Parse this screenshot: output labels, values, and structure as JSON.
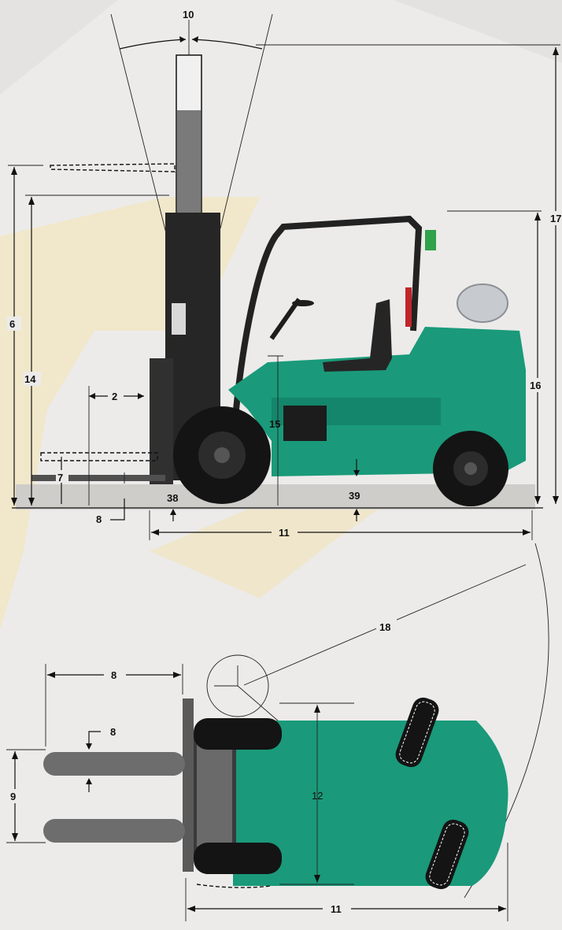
{
  "diagram": {
    "dimension_labels": {
      "d2": "2",
      "d6": "6",
      "d7": "7",
      "d8_side": "8",
      "d8_top_length": "8",
      "d8_top_width": "8",
      "d9": "9",
      "d10": "10",
      "d11_side": "11",
      "d11_top": "11",
      "d12": "12",
      "d14": "14",
      "d15": "15",
      "d16": "16",
      "d17": "17",
      "d18": "18",
      "d38": "38",
      "d39": "39"
    },
    "colors": {
      "body": "#1a9a7a",
      "body_dark": "#117a60",
      "mast": "#2a2a2a",
      "tire": "#141414",
      "ground": "#c9c7c4",
      "watermark": "#f3d98a"
    },
    "views": [
      "side-view",
      "top-view"
    ]
  }
}
